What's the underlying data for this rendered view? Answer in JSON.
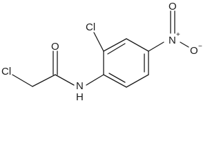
{
  "molecule": {
    "atoms": {
      "cl_left": "Cl",
      "oxygen_carbonyl": "O",
      "nh": "N",
      "nh_h": "H",
      "cl_ring": "Cl",
      "nitro_n": "N",
      "nitro_n_charge": "+",
      "nitro_o_top": "O",
      "nitro_o_right": "O",
      "nitro_o_right_charge": "−"
    }
  }
}
